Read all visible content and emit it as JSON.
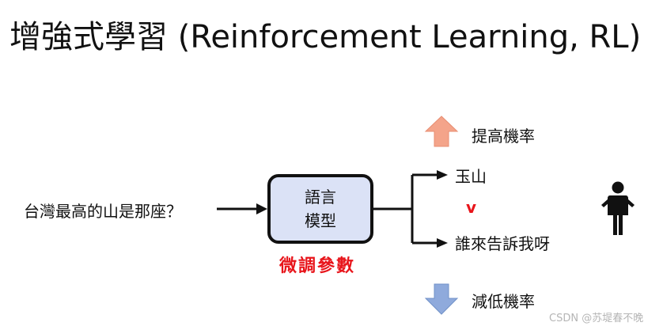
{
  "title": "增強式學習 (Reinforcement Learning, RL)",
  "question": "台灣最高的山是那座？",
  "model": {
    "line1": "語言",
    "line2": "模型"
  },
  "finetune_label": "微調參數",
  "answers": {
    "good": "玉山",
    "bad": "誰來告訴我呀",
    "comparison": "v"
  },
  "probability": {
    "increase": "提高機率",
    "decrease": "減低機率"
  },
  "colors": {
    "model_fill": "#dbe2f6",
    "up_arrow": "#f4a48a",
    "down_arrow": "#8faadc",
    "accent_red": "#e8151b"
  },
  "icons": [
    "person-shrug-icon",
    "up-arrow-icon",
    "down-arrow-icon"
  ],
  "watermark": "CSDN @苏堤春不晚"
}
